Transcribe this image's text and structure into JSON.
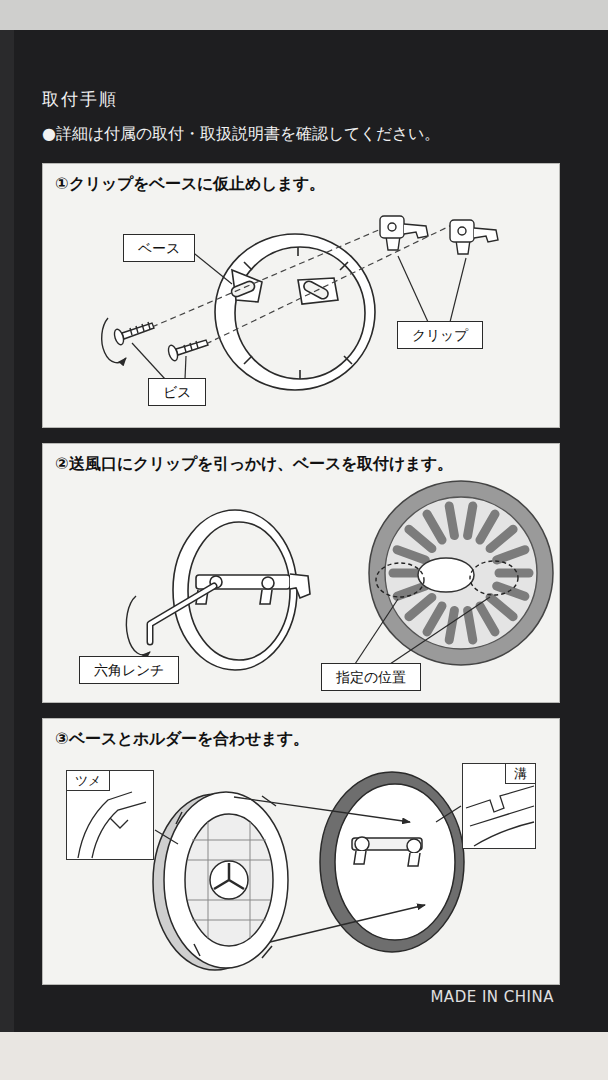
{
  "diagram": {
    "title": "取付手順",
    "nodes": [
      {
        "text": [
          "①クリップをベースに仮止めします。"
        ]
      },
      {
        "text": [
          "ベース"
        ],
        "in": 0
      },
      {
        "text": [
          "クリップ"
        ],
        "in": 0
      },
      {
        "text": [
          "ビス"
        ],
        "in": 0
      },
      {
        "text": [
          "②送風口にクリップを引っかけ、ベースを取付けます。"
        ]
      },
      {
        "text": [
          "六角レンチ"
        ],
        "in": 4
      },
      {
        "text": [
          "指定の位置"
        ],
        "in": 4
      },
      {
        "text": [
          "③ベースとホルダーを合わせます。"
        ]
      },
      {
        "text": [
          "ツメ"
        ],
        "in": 7
      },
      {
        "text": [
          "溝"
        ],
        "in": 7
      }
    ],
    "labels": [
      "●詳細は付属の取付・取扱説明書を確認してください。",
      "MADE IN CHINA"
    ]
  }
}
